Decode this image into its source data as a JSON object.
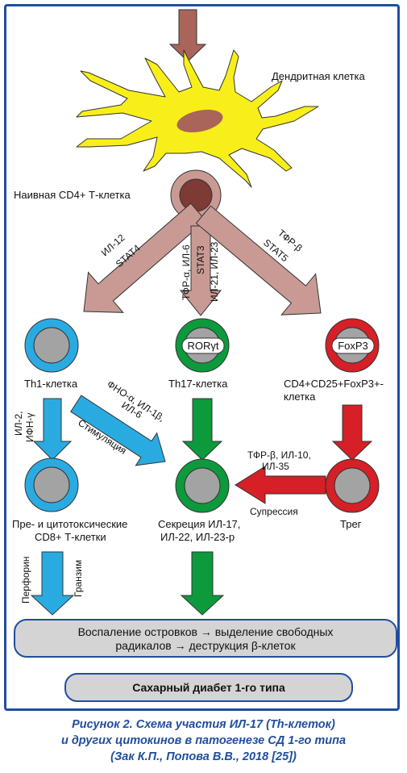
{
  "dendritic_cell": "Дендритная клетка",
  "naive_cell": "Наивная CD4+ Т-клетка",
  "arrow_th1": {
    "line1": "ИЛ-12",
    "line2": "STAT4"
  },
  "arrow_th17": {
    "line1": "ТФР-α, ИЛ-6",
    "line2": "STAT3",
    "line3": "ИЛ-21, ИЛ-23"
  },
  "arrow_treg": {
    "line1": "ТФР-β",
    "line2": "STAT5"
  },
  "th1_cell": "Th1-клетка",
  "th17_cell": "Th17-клетка",
  "th17_marker": "RORγt",
  "treg_marker": "FoxP3",
  "treg_precursor": {
    "line1": "CD4+CD25+FoxP3+-",
    "line2": "клетка"
  },
  "arrow_th1_down": {
    "line1": "ИЛ-2,",
    "line2": "ИФН-γ"
  },
  "arrow_stimulation": {
    "line1": "ФНО-α, ИЛ-1β,",
    "line2": "ИЛ-6",
    "line3": "Стимуляция"
  },
  "arrow_suppression": {
    "top1": "ТФР-β, ИЛ-10,",
    "top2": "ИЛ-35",
    "bottom": "Супрессия"
  },
  "cd8_cells": {
    "line1": "Пре- и цитотоксические",
    "line2": "CD8+ Т-клетки"
  },
  "secretion": {
    "line1": "Секреция ИЛ-17,",
    "line2": "ИЛ-22, ИЛ-23-р"
  },
  "treg": "Трег",
  "perforin": "Перфорин",
  "granzyme": "Гранзим",
  "inflammation": {
    "line1": "Воспаление островков → выделение свободных",
    "line2": "радикалов → деструкция β-клеток"
  },
  "diabetes": "Сахарный диабет 1-го типа",
  "caption": {
    "line1": "Рисунок 2.  Схема участия ИЛ-17 (Th-клеток)",
    "line2": "и других цитокинов в патогенезе СД 1-го типа",
    "line3": "(Зак К.П., Попова В.В., 2018 [25])"
  },
  "colors": {
    "frame": "#1f4e9e",
    "dendritic": "#f8ef1a",
    "nucleus": "#a9655a",
    "th_arrows": "#c99a94",
    "th1": "#29abe2",
    "th17": "#0c9a3c",
    "treg": "#d61f26",
    "grey_core": "#a3a3a3",
    "box_fill": "#d4d4d4"
  }
}
